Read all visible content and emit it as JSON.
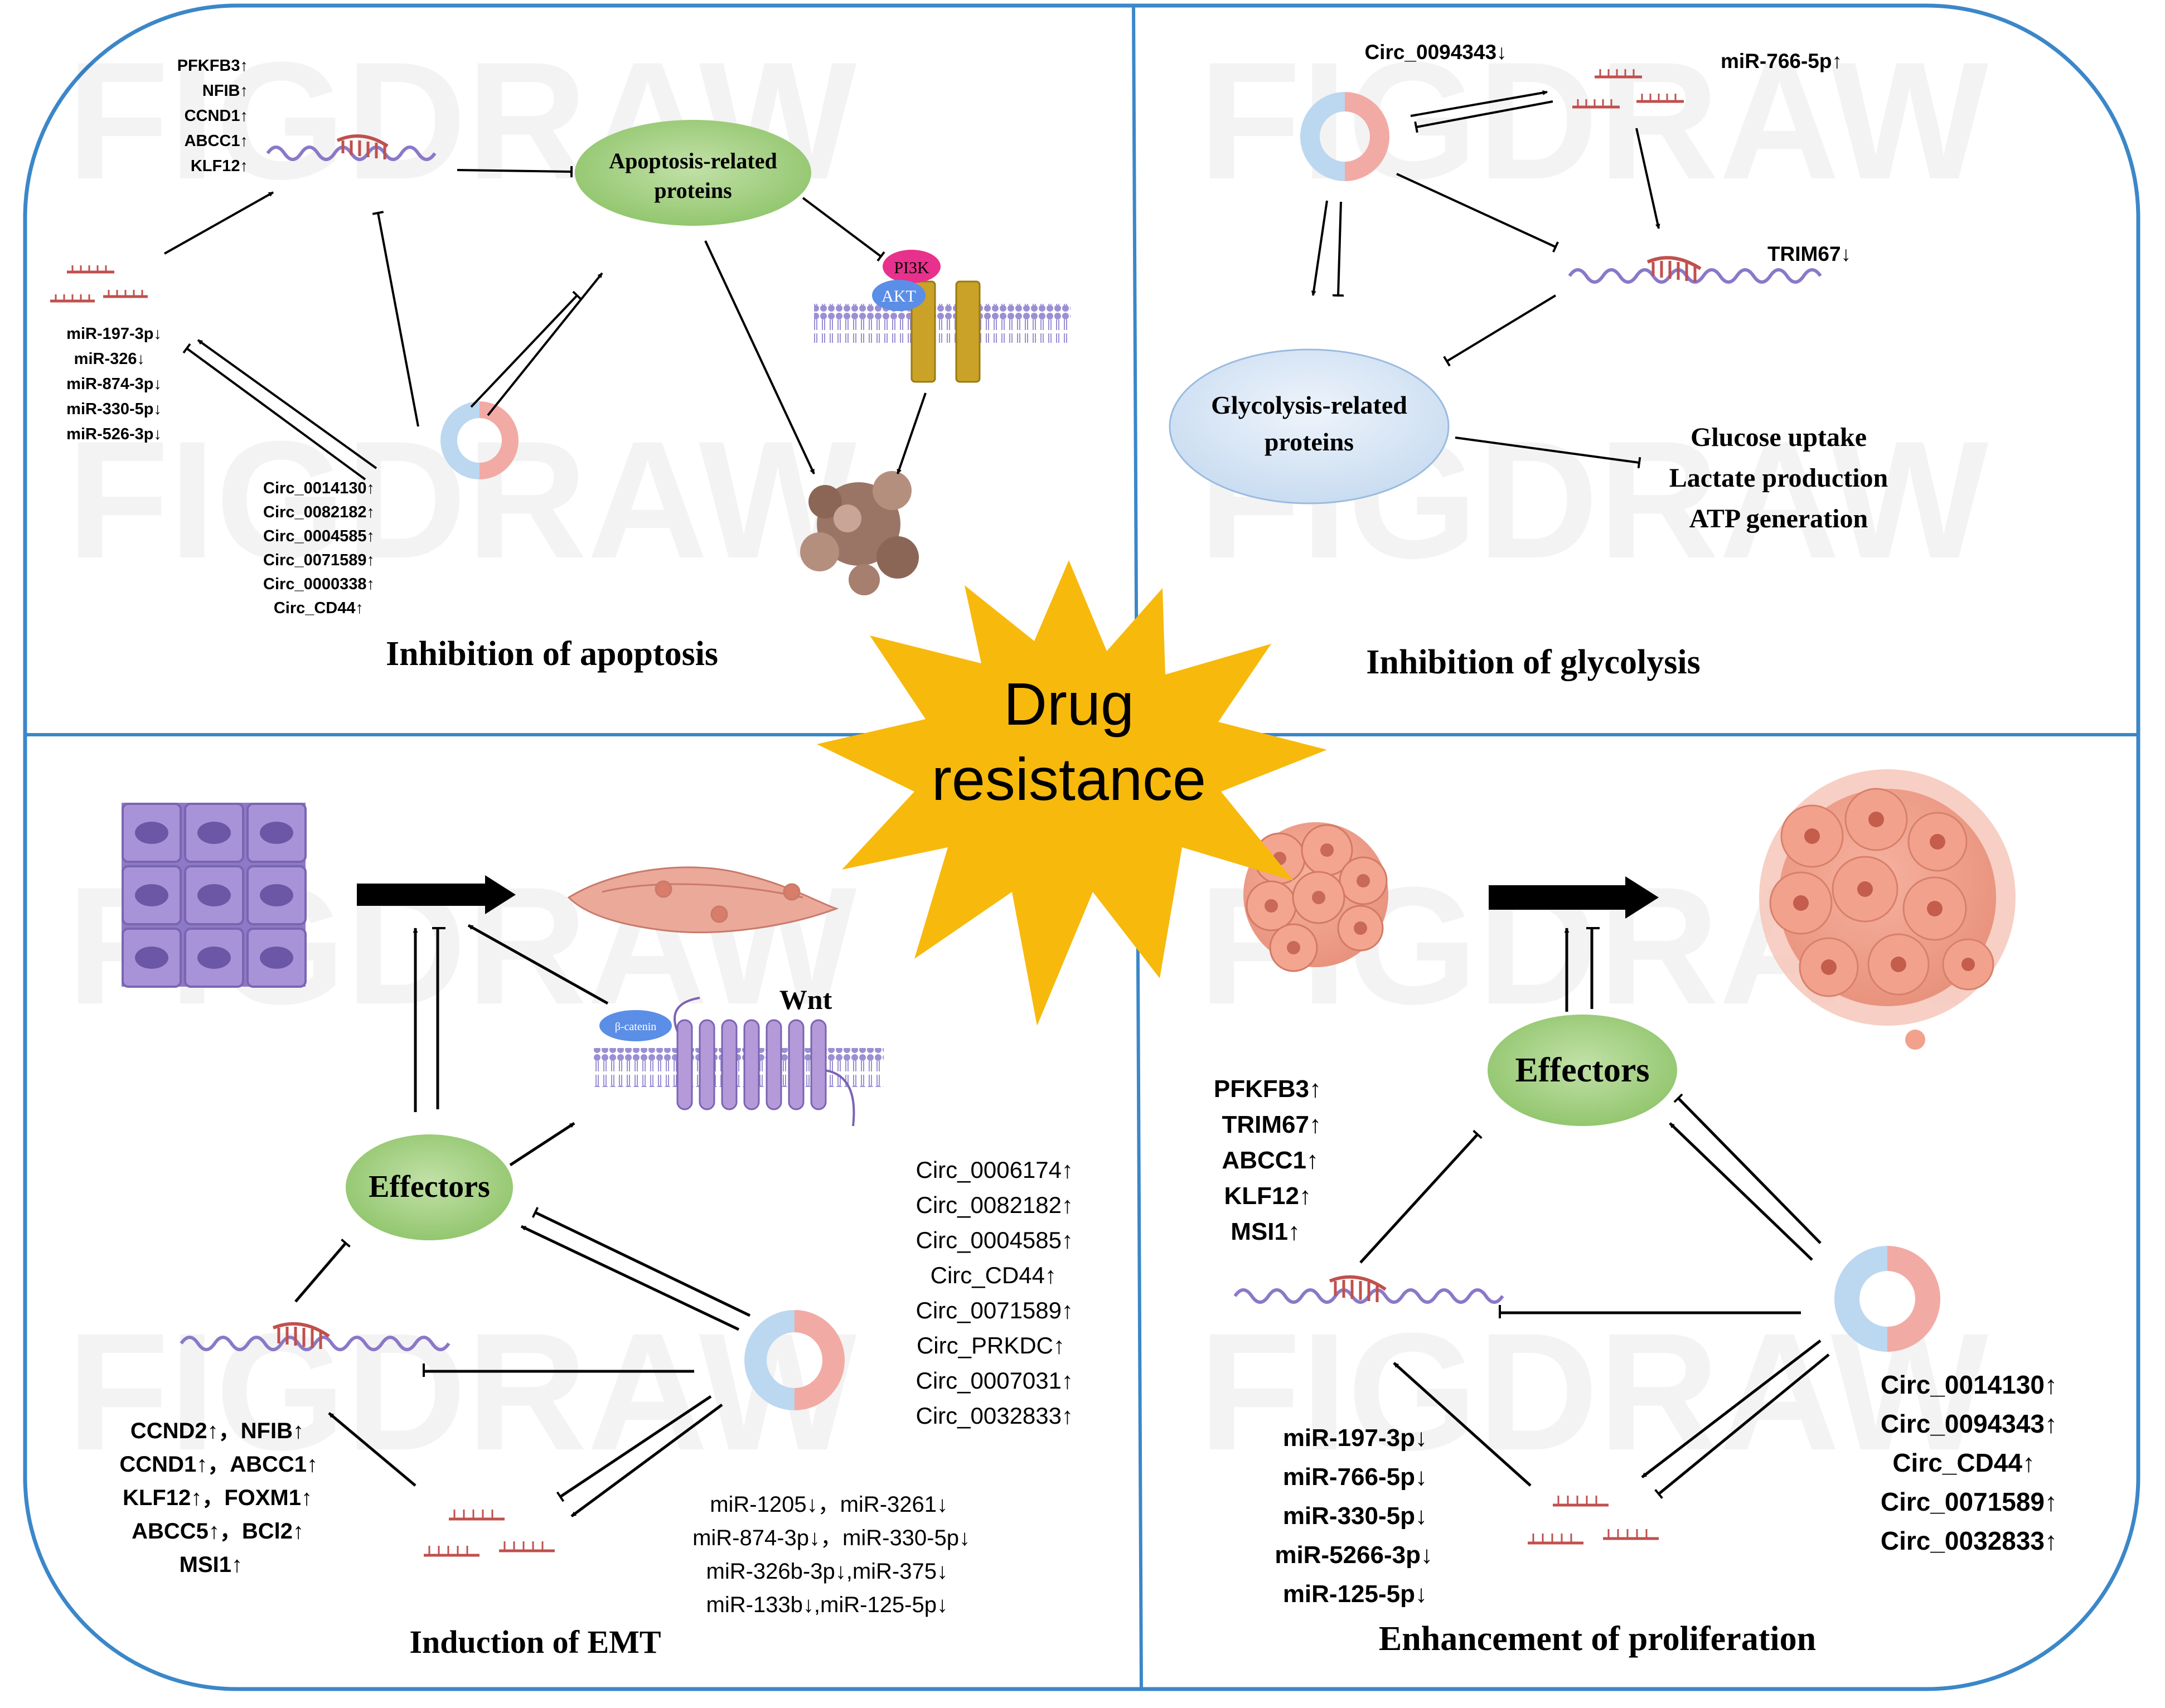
{
  "center": {
    "line1": "Drug",
    "line2": "resistance"
  },
  "apoptosis": {
    "title": "Inhibition of apoptosis",
    "ellipse": {
      "line1": "Apoptosis-related",
      "line2": "proteins"
    },
    "pi3k": "PI3K",
    "akt": "AKT",
    "targets": [
      "PFKFB3↑",
      "NFIB↑",
      "CCND1↑",
      "ABCC1↑",
      "KLF12↑"
    ],
    "mirnas": [
      "miR-197-3p↓",
      "miR-326↓",
      "miR-874-3p↓",
      "miR-330-5p↓",
      "miR-526-3p↓"
    ],
    "circs": [
      "Circ_0014130↑",
      "Circ_0082182↑",
      "Circ_0004585↑",
      "Circ_0071589↑",
      "Circ_0000338↑",
      "Circ_CD44↑"
    ]
  },
  "glycolysis": {
    "title": "Inhibition of glycolysis",
    "circ": "Circ_0094343↓",
    "mirna": "miR-766-5p↑",
    "target": "TRIM67↓",
    "ellipse": {
      "line1": "Glycolysis-related",
      "line2": "proteins"
    },
    "outcomes": [
      "Glucose uptake",
      "Lactate production",
      "ATP generation"
    ]
  },
  "emt": {
    "title": "Induction of EMT",
    "wnt": "Wnt",
    "bcatenin": "β-catenin",
    "effectors": "Effectors",
    "targets": [
      "CCND2↑，NFIB↑",
      "CCND1↑，ABCC1↑",
      "KLF12↑，FOXM1↑",
      "ABCC5↑，BCl2↑",
      "MSI1↑"
    ],
    "circs": [
      "Circ_0006174↑",
      "Circ_0082182↑",
      "Circ_0004585↑",
      "Circ_CD44↑",
      "Circ_0071589↑",
      "Circ_PRKDC↑",
      "Circ_0007031↑",
      "Circ_0032833↑"
    ],
    "mirnas": [
      "miR-1205↓，miR-3261↓",
      "miR-874-3p↓，miR-330-5p↓",
      "miR-326b-3p↓,miR-375↓",
      "miR-133b↓,miR-125-5p↓"
    ]
  },
  "proliferation": {
    "title": "Enhancement of  proliferation",
    "effectors": "Effectors",
    "targets": [
      "PFKFB3↑",
      "TRIM67↑",
      "ABCC1↑",
      "KLF12↑",
      "MSI1↑"
    ],
    "mirnas": [
      "miR-197-3p↓",
      "miR-766-5p↓",
      "miR-330-5p↓",
      "miR-5266-3p↓",
      "miR-125-5p↓"
    ],
    "circs": [
      "Circ_0014130↑",
      "Circ_0094343↑",
      "Circ_CD44↑",
      "Circ_0071589↑",
      "Circ_0032833↑"
    ]
  },
  "watermark": "FIGDRAW",
  "colors": {
    "frame": "#3b87c9",
    "star": "#f7b90c",
    "ellipse_green": "#a9d38c",
    "ellipse_blue": "#d9e6f5",
    "rna_purple": "#8a78c8",
    "mirna_red": "#c0504d",
    "cell_purple": "#9b86cc",
    "circ_blue": "#bcd7f0",
    "circ_pink": "#f2aaa5"
  }
}
